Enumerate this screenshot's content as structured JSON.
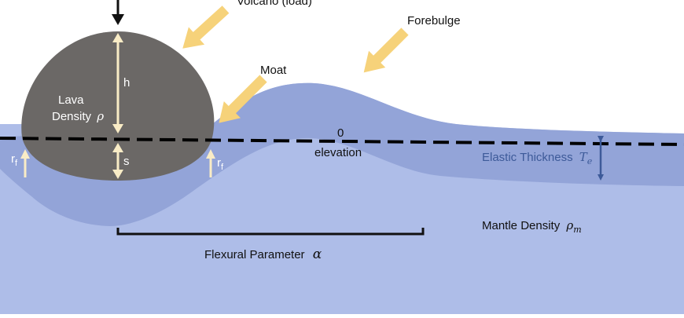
{
  "labels": {
    "volcano": "Volcano (load)",
    "forebulge": "Forebulge",
    "moat": "Moat",
    "lava_line1": "Lava",
    "lava_line2": "Density",
    "lava_symbol": "ρ",
    "height": "h",
    "subsidence": "s",
    "radius": "r",
    "radius_sub": "f",
    "zero_value": "0",
    "zero_word": "elevation",
    "elastic_thickness": "Elastic Thickness",
    "elastic_symbol": "T",
    "elastic_sub": "e",
    "mantle": "Mantle Density",
    "mantle_symbol": "ρ",
    "mantle_sub": "m",
    "flexural": "Flexural Parameter",
    "flexural_symbol": "α"
  },
  "colors": {
    "background": "#ffffff",
    "mantle": "#aebde8",
    "lithosphere": "#93a4d8",
    "lava": "#6b6866",
    "arrow_yellow": "#f6d27a",
    "arrow_light": "#f9ecc6",
    "dashed_line": "#000000",
    "elastic_arrow": "#3d5a99"
  }
}
